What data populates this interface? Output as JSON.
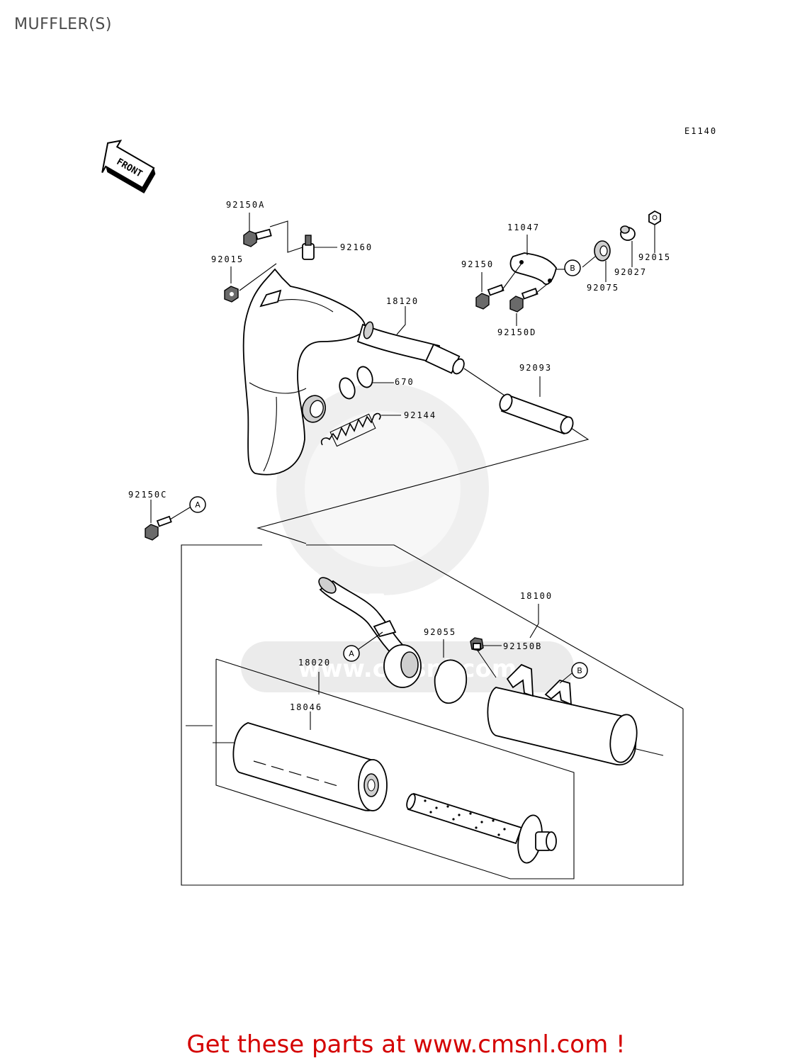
{
  "page": {
    "title": "MUFFLER(S)",
    "diagram_code": "E1140",
    "front_label": "FRONT",
    "footer_cta": "Get these parts at www.cmsnl.com !"
  },
  "watermark": {
    "brand": "CMS",
    "url": "www.cmsnl.com"
  },
  "reference_markers": [
    "A",
    "B"
  ],
  "parts": [
    {
      "number": "92150A"
    },
    {
      "number": "92160"
    },
    {
      "number": "92015"
    },
    {
      "number": "11047"
    },
    {
      "number": "92150"
    },
    {
      "number": "92075"
    },
    {
      "number": "92027"
    },
    {
      "number": "92150D"
    },
    {
      "number": "18120"
    },
    {
      "number": "670"
    },
    {
      "number": "92144"
    },
    {
      "number": "92093"
    },
    {
      "number": "92150C"
    },
    {
      "number": "18100"
    },
    {
      "number": "92055"
    },
    {
      "number": "92150B"
    },
    {
      "number": "18020"
    },
    {
      "number": "18046"
    }
  ],
  "colors": {
    "cta_red": "#d40000",
    "title_gray": "#4a4a4a",
    "watermark_gray": "#e2e2e2"
  }
}
